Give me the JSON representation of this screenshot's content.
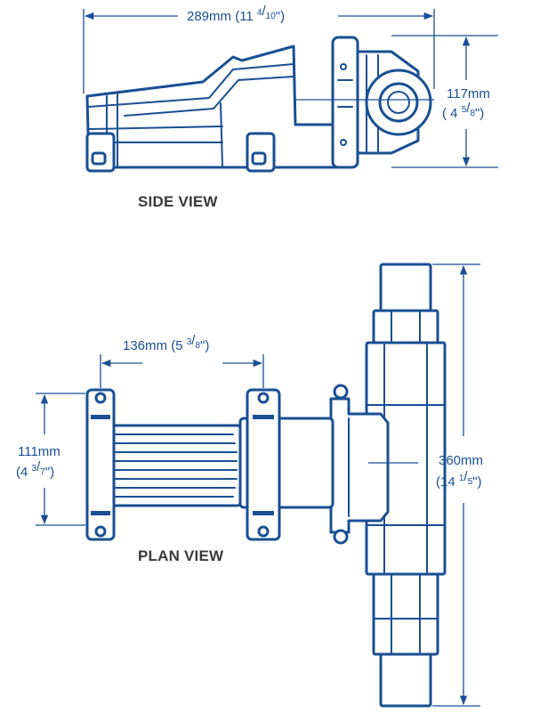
{
  "side_view": {
    "label": "SIDE VIEW",
    "length": {
      "value": "289mm",
      "imperial_prefix": "(11 ",
      "num": "4",
      "slash": "/",
      "den": "10",
      "suffix": "\")"
    },
    "height": {
      "value": "117mm",
      "imperial_prefix": "( 4 ",
      "num": "5",
      "slash": "/",
      "den": "8",
      "suffix": "\")"
    }
  },
  "plan_view": {
    "label": "PLAN VIEW",
    "mount_spacing": {
      "value": "136mm",
      "imperial_prefix": "(5 ",
      "num": "3",
      "slash": "/",
      "den": "8",
      "suffix": "\")"
    },
    "width": {
      "value": "111mm",
      "imperial_prefix": "(4 ",
      "num": "3",
      "slash": "/",
      "den": "7",
      "suffix": "\")"
    },
    "overall_length": {
      "value": "360mm",
      "imperial_prefix": "(14 ",
      "num": "1",
      "slash": "/",
      "den": "5",
      "suffix": "\")"
    }
  },
  "colors": {
    "line": "#1a4f93",
    "label": "#3a3a3a",
    "background": "#ffffff"
  }
}
